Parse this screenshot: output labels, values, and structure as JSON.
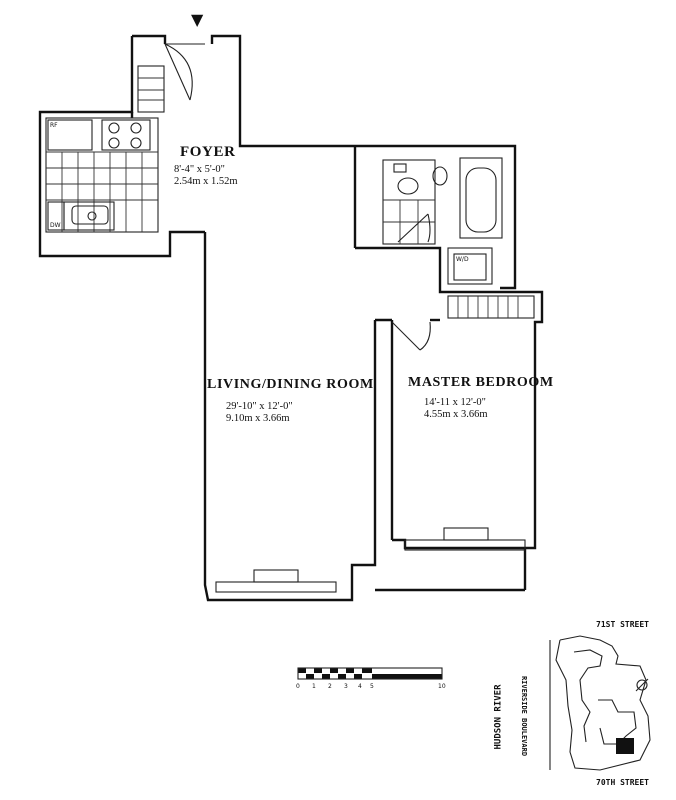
{
  "entry_marker": "▼",
  "rooms": {
    "foyer": {
      "name": "FOYER",
      "dim_imperial": "8'-4\" x 5'-0\"",
      "dim_metric": "2.54m x 1.52m"
    },
    "living": {
      "name": "LIVING/DINING ROOM",
      "dim_imperial": "29'-10\" x 12'-0\"",
      "dim_metric": "9.10m x 3.66m"
    },
    "bedroom": {
      "name": "MASTER BEDROOM",
      "dim_imperial": "14'-11 x 12'-0\"",
      "dim_metric": "4.55m x 3.66m"
    }
  },
  "fixtures": {
    "refrigerator": "RF",
    "dishwasher": "DW",
    "washer_dryer": "W/D"
  },
  "scale_bar": {
    "ticks": [
      "0",
      "1",
      "2",
      "3",
      "4",
      "5",
      "10"
    ]
  },
  "location_map": {
    "north_street": "71ST STREET",
    "south_street": "70TH STREET",
    "river": "HUDSON RIVER",
    "boulevard": "RIVERSIDE BOULEVARD"
  }
}
